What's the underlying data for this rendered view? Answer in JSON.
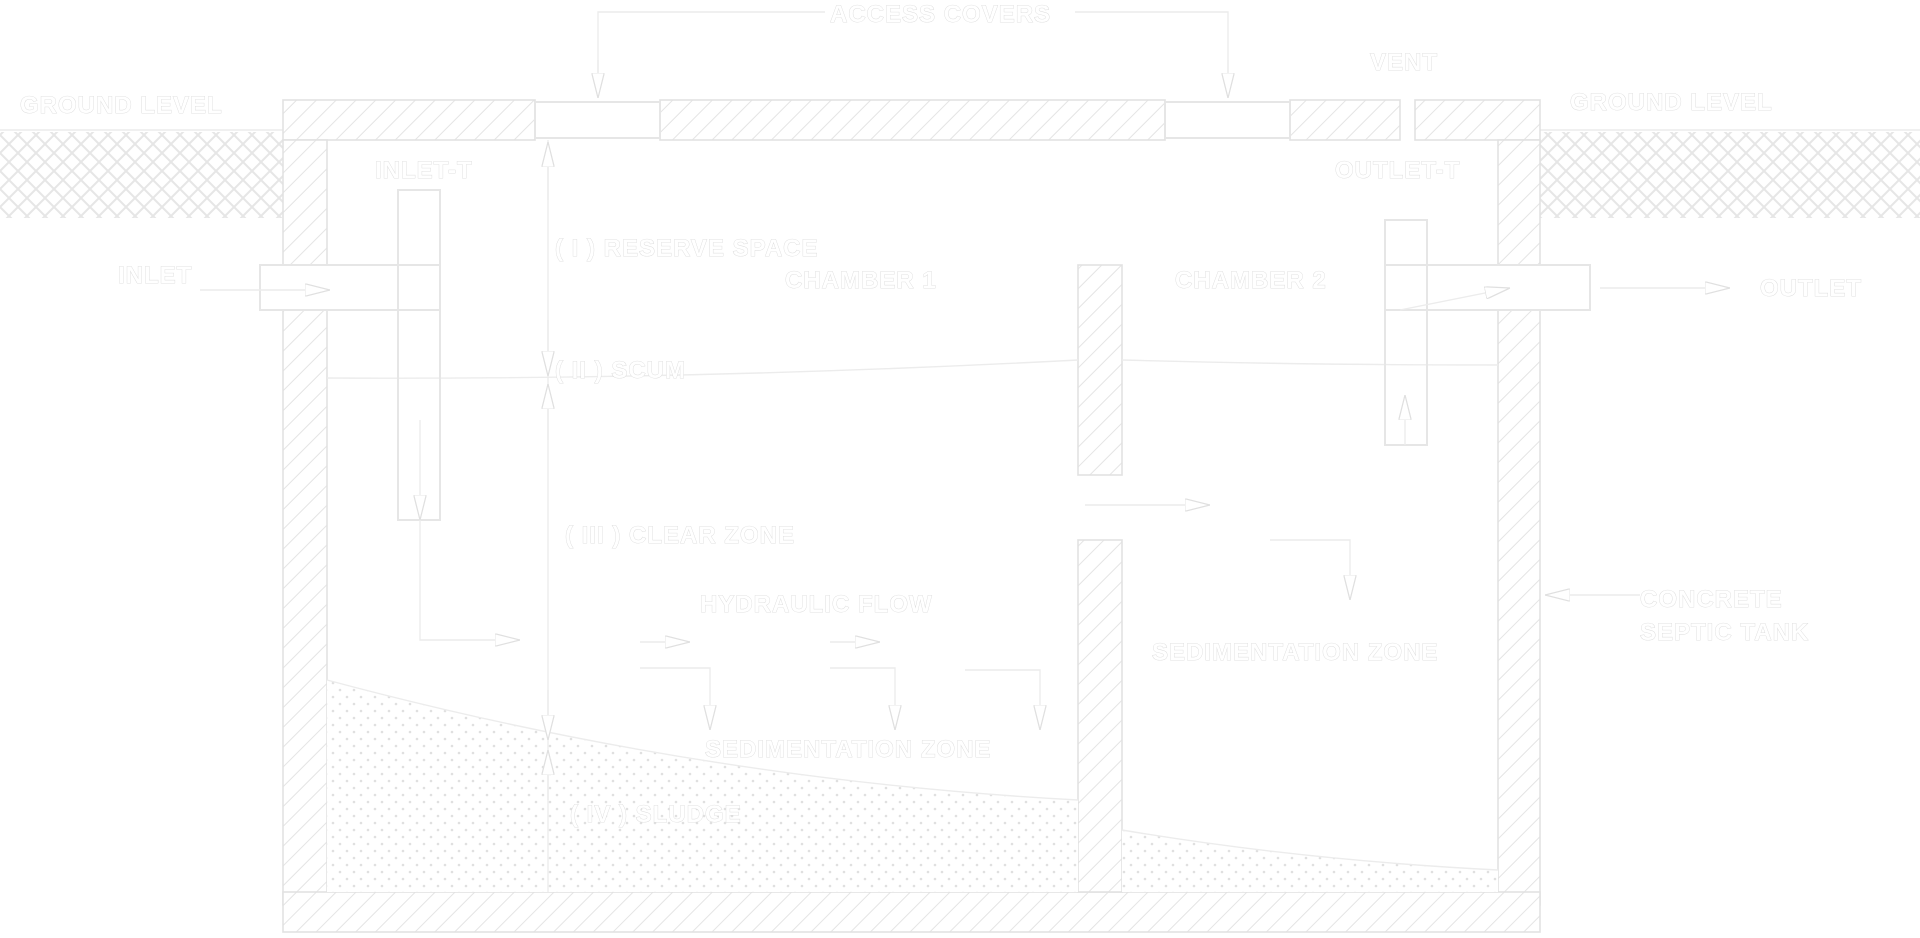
{
  "diagram": {
    "labels": {
      "access_covers": "ACCESS COVERS",
      "vent": "VENT",
      "ground_level_left": "GROUND LEVEL",
      "ground_level_right": "GROUND LEVEL",
      "inlet_t": "INLET-T",
      "outlet_t": "OUTLET-T",
      "inlet": "INLET",
      "outlet": "OUTLET",
      "reserve_space": "( I ) RESERVE SPACE",
      "chamber_1": "CHAMBER 1",
      "chamber_2": "CHAMBER 2",
      "scum": "( II ) SCUM",
      "clear_zone": "( III ) CLEAR ZONE",
      "hydraulic_flow": "HYDRAULIC FLOW",
      "sedimentation_zone_1": "SEDIMENTATION ZONE",
      "sedimentation_zone_2": "SEDIMENTATION ZONE",
      "sludge": "( IV ) SLUDGE",
      "concrete_line1": "CONCRETE",
      "concrete_line2": "SEPTIC TANK"
    },
    "colors": {
      "background": "#ffffff",
      "linework": "#e6e6e6"
    }
  }
}
